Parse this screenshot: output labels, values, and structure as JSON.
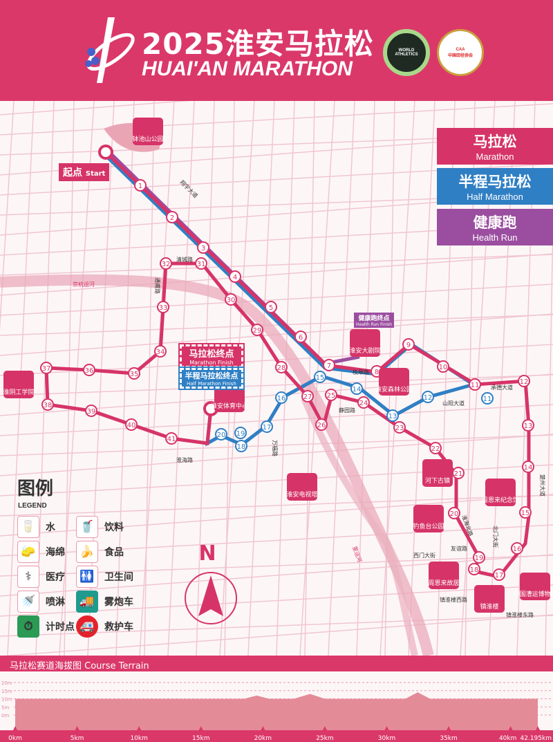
{
  "header": {
    "title_cn": "2025淮安马拉松",
    "title_en": "HUAI'AN MARATHON",
    "logo_world_athletics": "WORLD ATHLETICS ROAD RACE LABEL 2025",
    "logo_caa": "CHINESE ATHLETICS ASSOCIATION 中国田径协会"
  },
  "route_legend": [
    {
      "cn": "马拉松",
      "en": "Marathon",
      "color": "#d63468"
    },
    {
      "cn": "半程马拉松",
      "en": "Half Marathon",
      "color": "#2f7fc4"
    },
    {
      "cn": "健康跑",
      "en": "Health Run",
      "color": "#9b4ea0"
    }
  ],
  "start": {
    "cn": "起点",
    "en": "Start"
  },
  "finish_marathon": {
    "cn": "马拉松终点",
    "en": "Marathon Finish"
  },
  "finish_half": {
    "cn": "半程马拉松终点",
    "en": "Half Marathon Finish"
  },
  "finish_health": {
    "cn": "健康跑终点",
    "en": "Health Run Finish"
  },
  "marathon_km": [
    "1",
    "2",
    "3",
    "4",
    "5",
    "6",
    "7",
    "8",
    "9",
    "10",
    "11",
    "12",
    "13",
    "14",
    "15",
    "16",
    "17",
    "18",
    "19",
    "20",
    "21",
    "22",
    "23",
    "24",
    "25",
    "26",
    "27",
    "28",
    "29",
    "30",
    "31",
    "32",
    "33",
    "34",
    "35",
    "36",
    "37",
    "38",
    "39",
    "40",
    "41"
  ],
  "half_km": [
    "11",
    "12",
    "13",
    "14",
    "15",
    "16",
    "17",
    "18",
    "19",
    "20"
  ],
  "landmarks": [
    "钵池山公园",
    "淮安大剧院",
    "淮安森林公园",
    "淮安体育中心",
    "淮安电视塔",
    "河下古镇",
    "周恩来纪念馆",
    "钓鱼台公园",
    "周恩来故居",
    "镇淮楼",
    "中国漕运博物馆",
    "淮阴工学院"
  ],
  "streets": [
    "翔宇大道",
    "京杭运河",
    "枚皋路",
    "淮海路",
    "楚州大道",
    "承德大道",
    "山阳大道",
    "里运河",
    "清城路",
    "通甫路",
    "静园路",
    "万福路",
    "友谊路",
    "北门大街",
    "西门大街",
    "镇淮楼西路",
    "镇淮楼东路",
    "淮海北路"
  ],
  "legend": {
    "title": "图例",
    "subtitle": "LEGEND",
    "items": [
      {
        "label": "水",
        "icon": "water-cup-icon",
        "glyph": "🥛"
      },
      {
        "label": "饮料",
        "icon": "drink-icon",
        "glyph": "🥤"
      },
      {
        "label": "海绵",
        "icon": "sponge-icon",
        "glyph": "🧽"
      },
      {
        "label": "食品",
        "icon": "banana-icon",
        "glyph": "🍌"
      },
      {
        "label": "医疗",
        "icon": "medic-icon",
        "glyph": "⚕"
      },
      {
        "label": "卫生间",
        "icon": "toilet-icon",
        "glyph": "🚻"
      },
      {
        "label": "喷淋",
        "icon": "shower-icon",
        "glyph": "🚿"
      },
      {
        "label": "雾炮车",
        "icon": "mist-truck-icon",
        "glyph": "🚚"
      },
      {
        "label": "计时点",
        "icon": "timer-icon",
        "glyph": "⏱"
      },
      {
        "label": "救护车",
        "icon": "ambulance-icon",
        "glyph": "🚑"
      }
    ]
  },
  "compass": {
    "label": "N"
  },
  "terrain": {
    "title": "马拉松赛道海拔图 Course Terrain"
  },
  "chart_data": {
    "type": "area",
    "title": "马拉松赛道海拔图 Course Terrain",
    "x_ticks": [
      "0km",
      "5km",
      "10km",
      "15km",
      "20km",
      "25km",
      "30km",
      "35km",
      "40km",
      "42.195km"
    ],
    "y_ticks": [
      "20m",
      "15m",
      "10m",
      "5m",
      "0m"
    ],
    "xlim": [
      0,
      42.195
    ],
    "ylim": [
      0,
      20
    ],
    "x": [
      0,
      18.5,
      19.5,
      20.5,
      22.5,
      23.8,
      25,
      31.5,
      32.5,
      33.5,
      42.195
    ],
    "y": [
      10,
      10,
      12,
      10,
      10,
      13,
      10,
      10,
      14,
      10,
      10
    ]
  },
  "colors": {
    "brand": "#db386a",
    "marathon": "#d63468",
    "half": "#2f7fc4",
    "health": "#9b4ea0",
    "street": "#f0c6d1",
    "canal": "#e8a7b6"
  }
}
